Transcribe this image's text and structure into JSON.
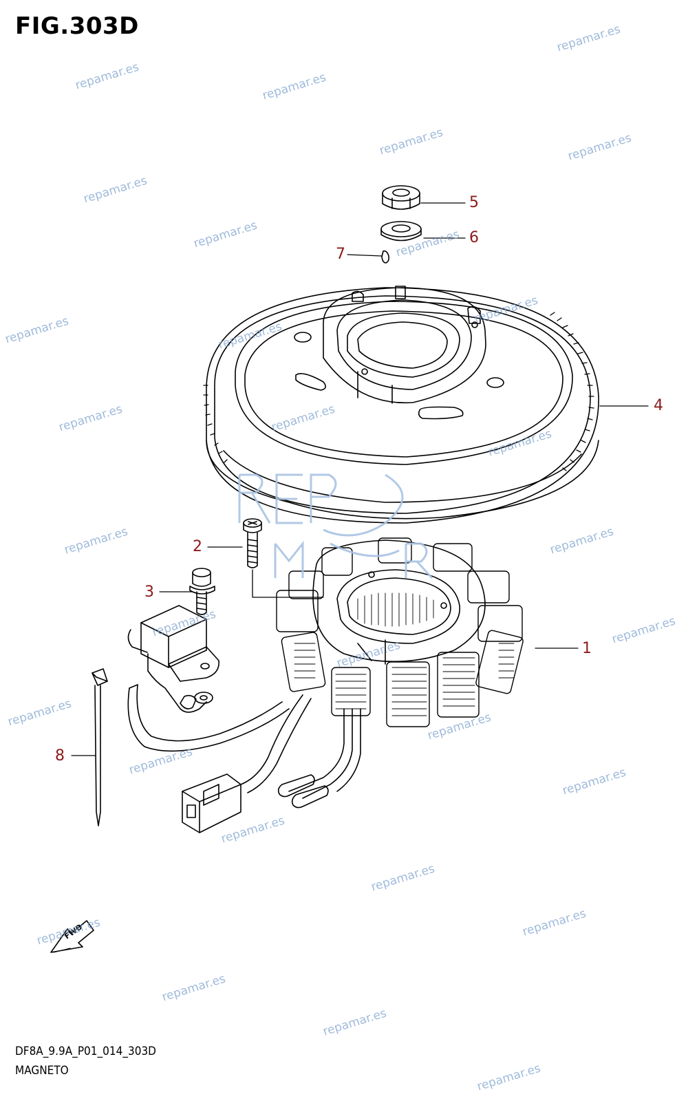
{
  "figure": {
    "title": "FIG.303D",
    "code": "DF8A_9.9A_P01_014_303D",
    "name": "MAGNETO"
  },
  "watermark": {
    "text": "repamar.es",
    "color": "#7fa4cf"
  },
  "callouts": [
    "1",
    "2",
    "3",
    "4",
    "5",
    "6",
    "7",
    "8"
  ],
  "fwd_label": "FWD",
  "colors": {
    "line": "#000000",
    "callout": "#8b1a1a",
    "logo": "#a9c3e3"
  },
  "icons": {
    "fwd": "fwd-arrow-icon",
    "logo": "repamar-logo"
  }
}
